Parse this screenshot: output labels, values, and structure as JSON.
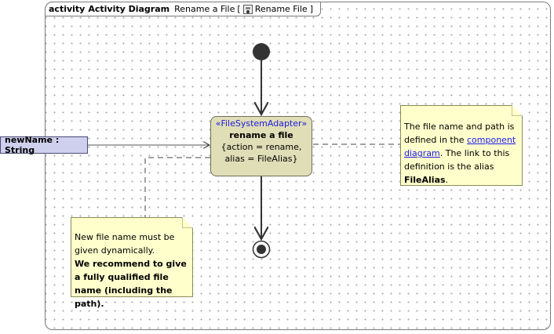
{
  "frame": {
    "keyword": "activity",
    "kind": "Activity Diagram",
    "name": "Rename a File",
    "open_bracket": "[",
    "icon": "activity-diagram-icon",
    "link_label": "Rename File",
    "close_bracket": "]"
  },
  "action": {
    "stereotype": "«FileSystemAdapter»",
    "name": "rename a file",
    "constraint_line1": "{action = rename,",
    "constraint_line2": "alias = FileAlias}"
  },
  "pin": {
    "label": "newName : String"
  },
  "note_filename": {
    "text1": "The file name and path is defined in the ",
    "link1": "component",
    "space": " ",
    "link2": "diagram",
    "text2": ". The link to this definition is the alias ",
    "bold": "FileAlias",
    "text3": "."
  },
  "note_newname": {
    "text": "New file name must be given dynamically.",
    "bold": "We recommend to give a fully qualified file name (including the path)."
  },
  "colors": {
    "action_fill": "#e0deb7",
    "pin_fill": "#cfcfee",
    "note_fill": "#ffffcc",
    "stereotype": "#1a1adc",
    "node_fill": "#333333"
  }
}
